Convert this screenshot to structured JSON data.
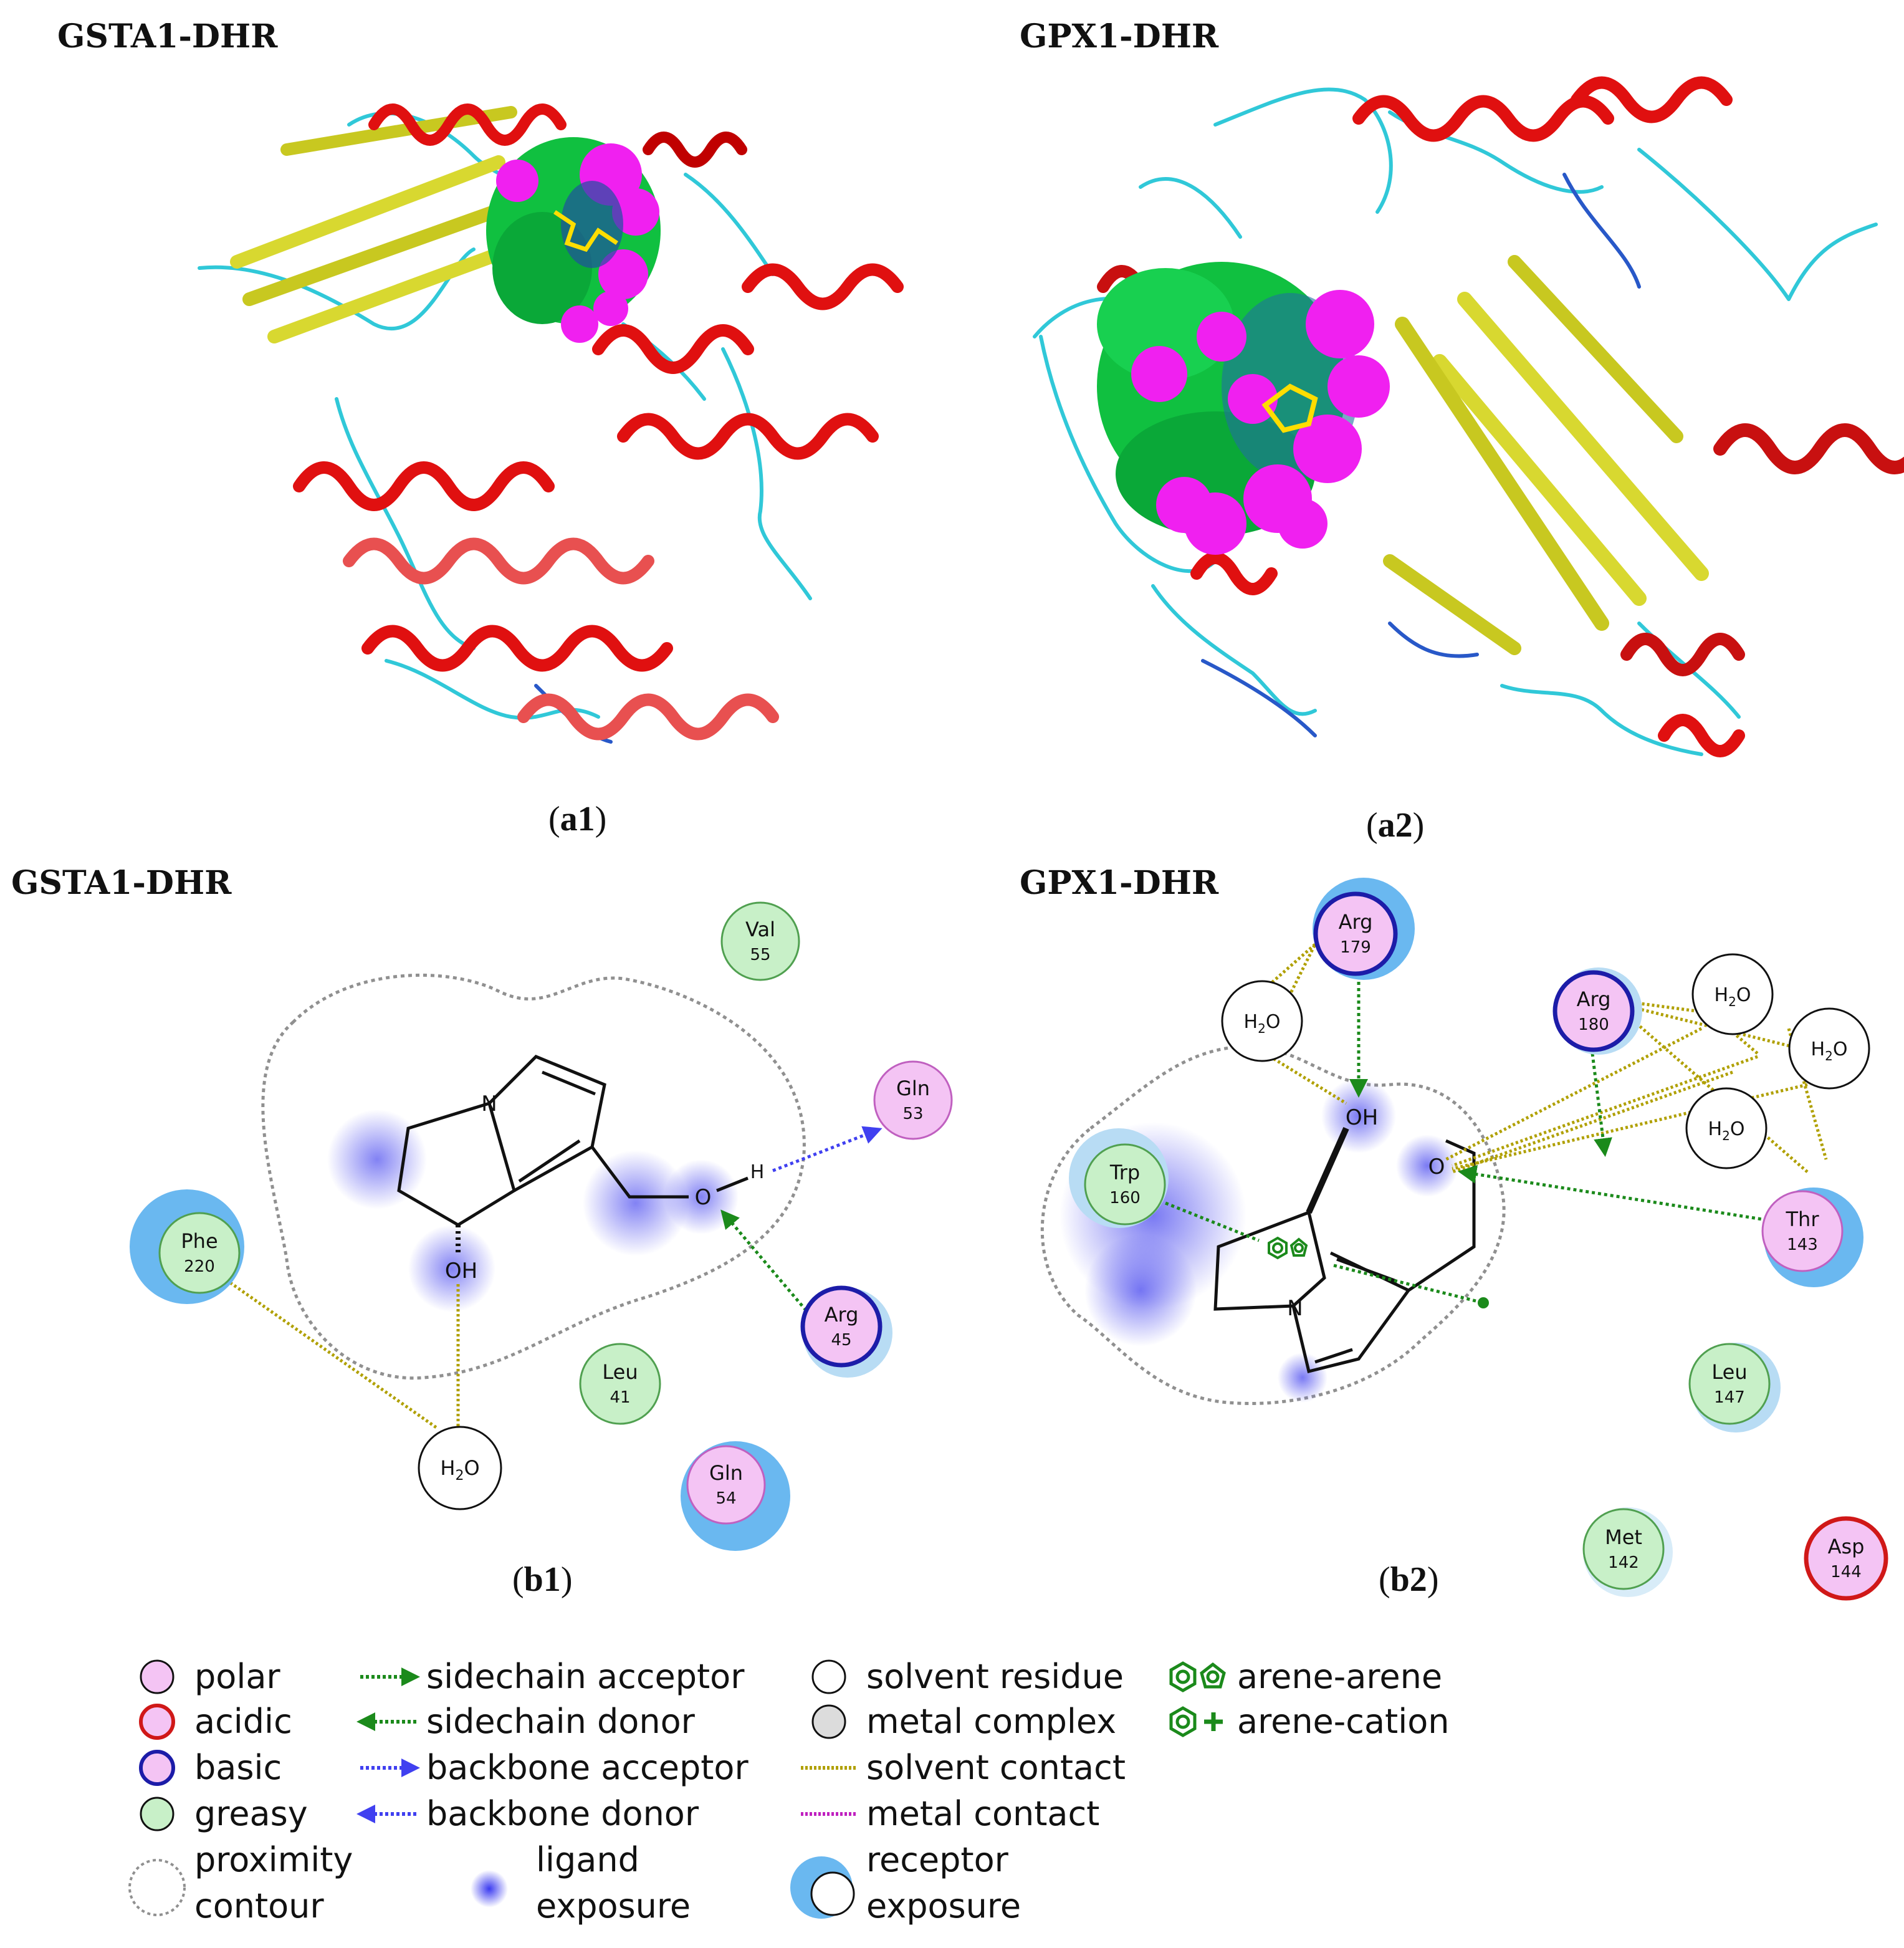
{
  "panels": {
    "a1": {
      "title": "GSTA1-DHR",
      "label": "a1"
    },
    "a2": {
      "title": "GPX1-DHR",
      "label": "a2"
    },
    "b1": {
      "title": "GSTA1-DHR",
      "label": "b1"
    },
    "b2": {
      "title": "GPX1-DHR",
      "label": "b2"
    }
  },
  "b1_residues": [
    {
      "id": "val55",
      "name": "Val",
      "num": "55",
      "type": "greasy"
    },
    {
      "id": "gln53",
      "name": "Gln",
      "num": "53",
      "type": "polar"
    },
    {
      "id": "phe220",
      "name": "Phe",
      "num": "220",
      "type": "greasy"
    },
    {
      "id": "arg45",
      "name": "Arg",
      "num": "45",
      "type": "basic"
    },
    {
      "id": "leu41",
      "name": "Leu",
      "num": "41",
      "type": "greasy"
    },
    {
      "id": "gln54",
      "name": "Gln",
      "num": "54",
      "type": "polar"
    },
    {
      "id": "h2o",
      "name": "H2O",
      "num": "",
      "type": "solvent"
    }
  ],
  "b2_residues": [
    {
      "id": "arg179",
      "name": "Arg",
      "num": "179",
      "type": "basic"
    },
    {
      "id": "arg180",
      "name": "Arg",
      "num": "180",
      "type": "basic"
    },
    {
      "id": "trp160",
      "name": "Trp",
      "num": "160",
      "type": "greasy"
    },
    {
      "id": "thr143",
      "name": "Thr",
      "num": "143",
      "type": "polar"
    },
    {
      "id": "leu147",
      "name": "Leu",
      "num": "147",
      "type": "greasy"
    },
    {
      "id": "met142",
      "name": "Met",
      "num": "142",
      "type": "greasy"
    },
    {
      "id": "asp144",
      "name": "Asp",
      "num": "144",
      "type": "acidic"
    }
  ],
  "atoms": {
    "n": "N",
    "oh": "OH",
    "o": "O",
    "h": "H",
    "h2o": "H2O"
  },
  "legend": {
    "polar": "polar",
    "acidic": "acidic",
    "basic": "basic",
    "greasy": "greasy",
    "proximity1": "proximity",
    "proximity2": "contour",
    "sc_acceptor": "sidechain acceptor",
    "sc_donor": "sidechain donor",
    "bb_acceptor": "backbone acceptor",
    "bb_donor": "backbone donor",
    "ligand1": "ligand",
    "ligand2": "exposure",
    "solvent_residue": "solvent residue",
    "metal_complex": "metal complex",
    "solvent_contact": "solvent contact",
    "metal_contact": "metal contact",
    "receptor1": "receptor",
    "receptor2": "exposure",
    "arene_arene": "arene-arene",
    "arene_cation": "arene-cation"
  },
  "colors": {
    "polar": "#f4c4f4",
    "polar_edge": "#c060c0",
    "acidic_edge": "#d01818",
    "basic_edge": "#1c1ca8",
    "greasy": "#c8f0c8",
    "greasy_edge": "#50a050",
    "solvent_contact": "#b0a000",
    "sidechain": "#1b8a1b",
    "backbone": "#4040f0",
    "helix": "#e01010",
    "sheet": "#d8d830",
    "loop": "#30c8d8",
    "surface_green": "#10c040",
    "surface_magenta": "#f020f0",
    "exposure": "#6ab8f0"
  }
}
